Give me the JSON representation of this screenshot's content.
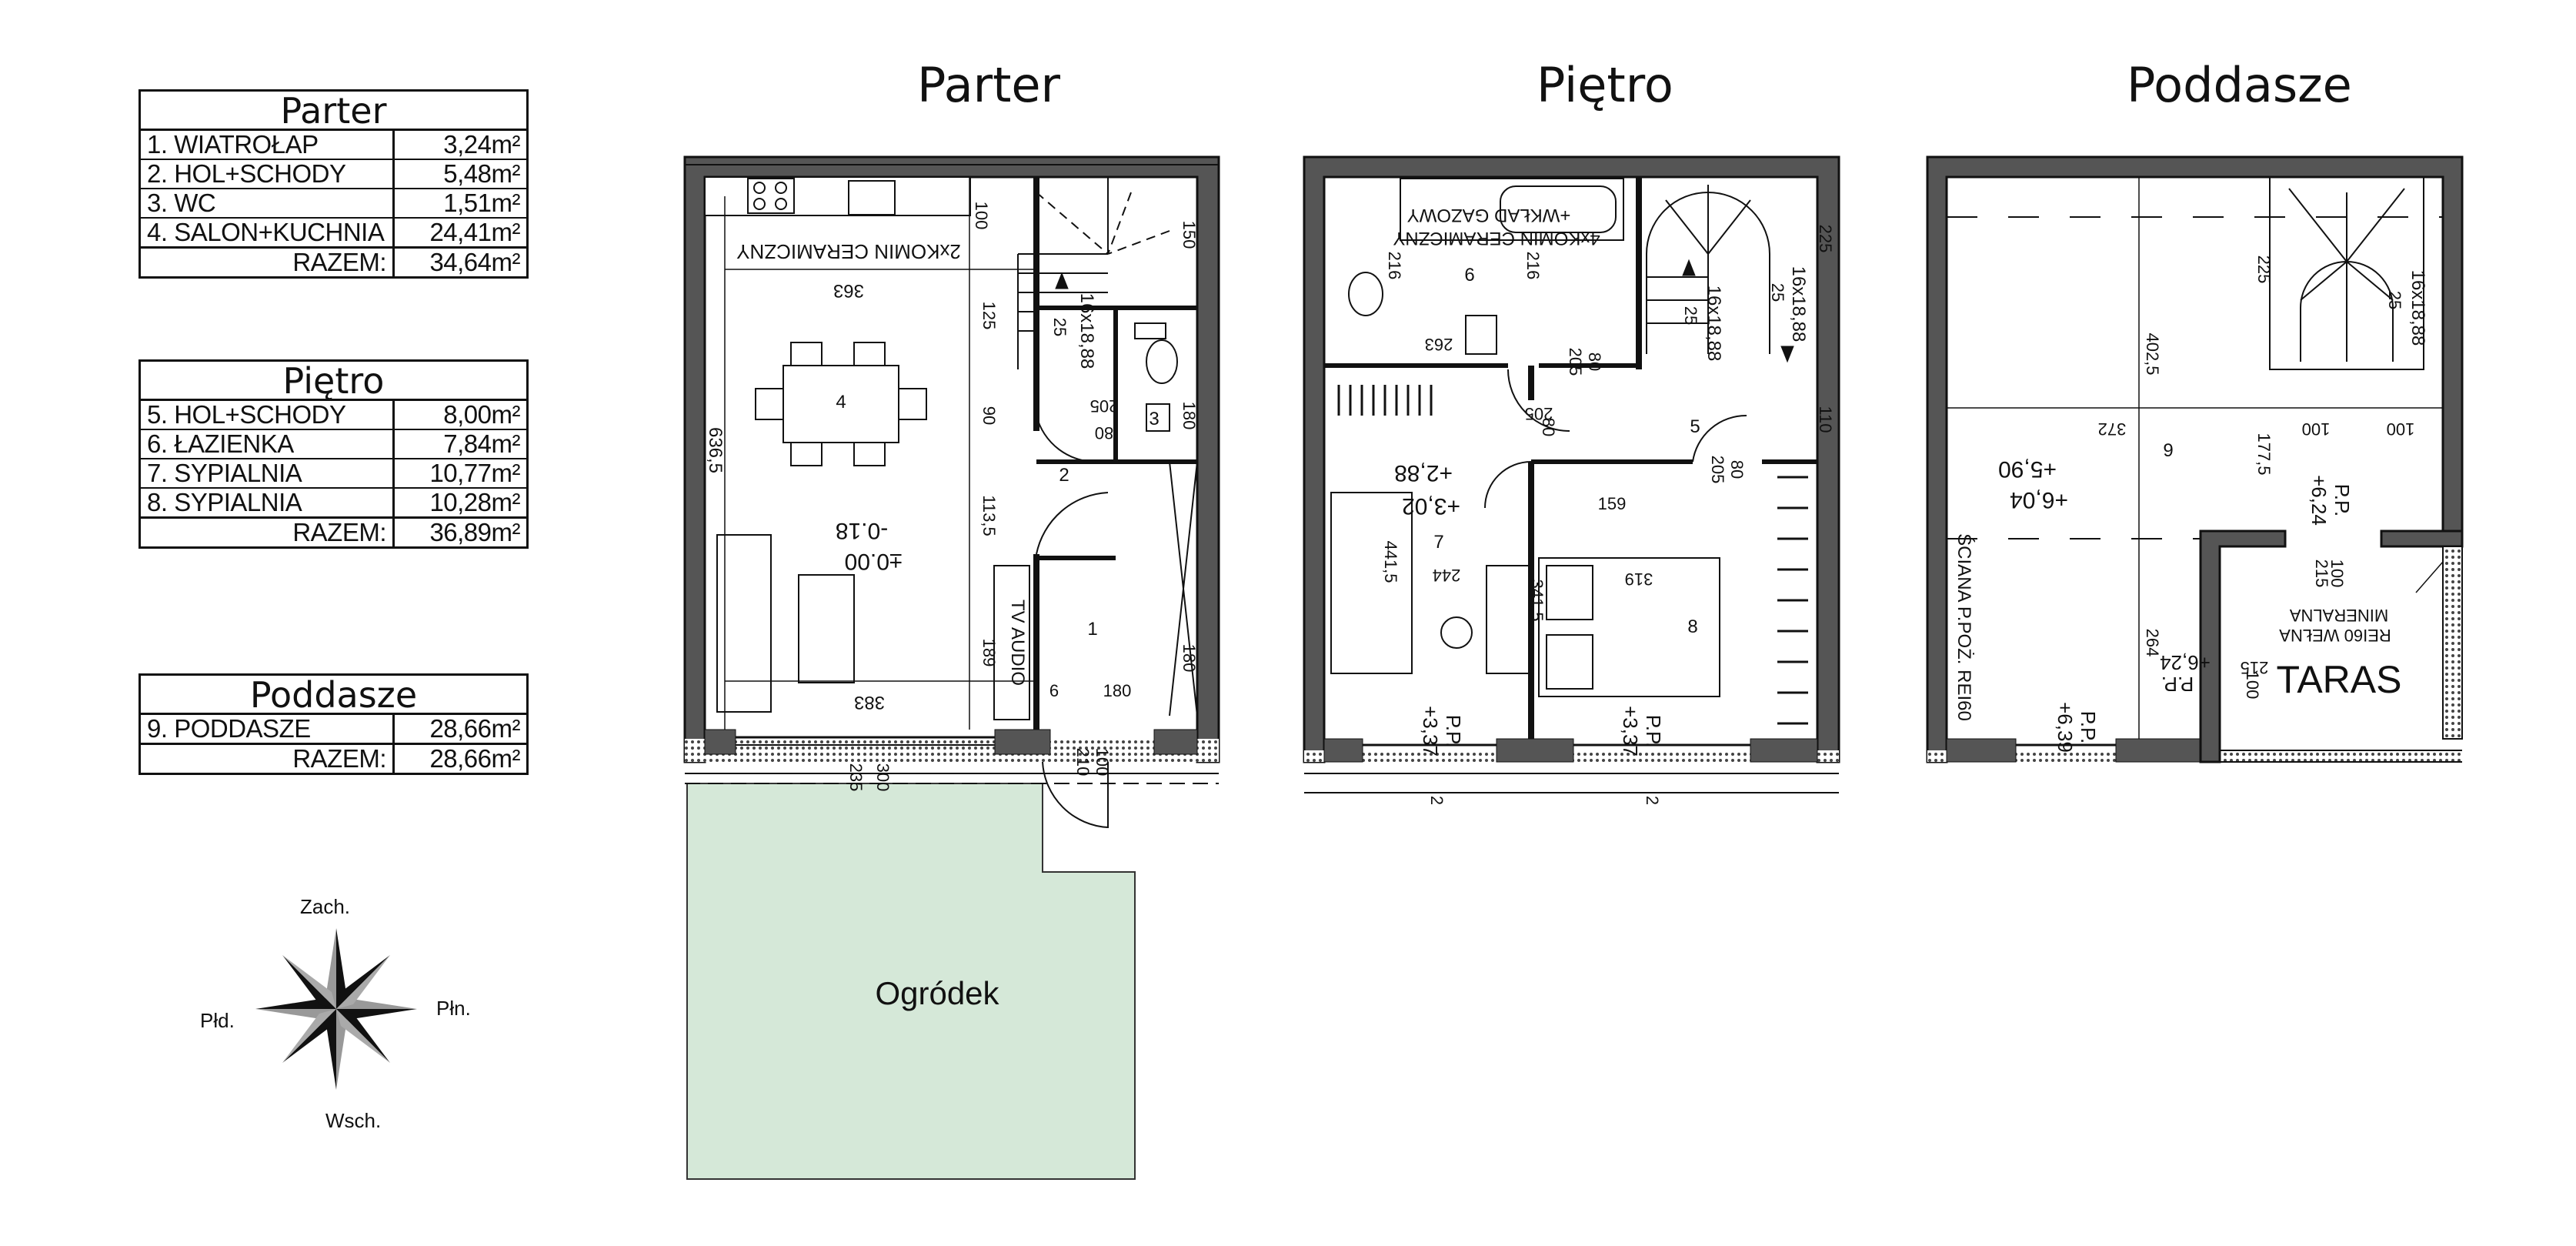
{
  "titles": {
    "parter": "Parter",
    "pietro": "Piętro",
    "poddasze": "Poddasze"
  },
  "tables": {
    "parter": {
      "caption": "Parter",
      "rows": [
        {
          "label": "1. WIATROŁAP",
          "value": "3,24m²"
        },
        {
          "label": "2. HOL+SCHODY",
          "value": "5,48m²"
        },
        {
          "label": "3. WC",
          "value": "1,51m²"
        },
        {
          "label": "4. SALON+KUCHNIA",
          "value": "24,41m²"
        }
      ],
      "total_label": "RAZEM:",
      "total_value": "34,64m²"
    },
    "pietro": {
      "caption": "Piętro",
      "rows": [
        {
          "label": "5. HOL+SCHODY",
          "value": "8,00m²"
        },
        {
          "label": "6. ŁAZIENKA",
          "value": "7,84m²"
        },
        {
          "label": "7. SYPIALNIA",
          "value": "10,77m²"
        },
        {
          "label": "8. SYPIALNIA",
          "value": "10,28m²"
        }
      ],
      "total_label": "RAZEM:",
      "total_value": "36,89m²"
    },
    "poddasze": {
      "caption": "Poddasze",
      "rows": [
        {
          "label": "9. PODDASZE",
          "value": "28,66m²"
        }
      ],
      "total_label": "RAZEM:",
      "total_value": "28,66m²"
    }
  },
  "compass": {
    "north": "Zach.",
    "south": "Wsch.",
    "west": "Płd.",
    "east": "Płn."
  },
  "labels": {
    "ogrodek": "Ogródek",
    "taras": "TARAS",
    "komin_parter": "2xKOMIN CERAMICZNY",
    "komin_pietro": "4xKOMIN CERAMICZNY",
    "wklad": "+WKŁAD GAZOWY",
    "tv": "TV AUDIO",
    "stairs_parter": "16x18,88",
    "stairs_pietro": "16x18,88",
    "stairs_poddasze": "16x18,88",
    "stairs_step": "25",
    "level_parter_1": "±0.00",
    "level_parter_2": "-0.18",
    "level_pietro_1": "+2,88",
    "level_pietro_2": "+3,02",
    "level_pietro_pp1": "P.P.",
    "level_pietro_pp1v": "+3,37",
    "level_pietro_pp2": "P.P.",
    "level_pietro_pp2v": "+3,37",
    "level_poddasze_1": "+5,90",
    "level_poddasze_2": "+6,04",
    "level_poddasze_pp1": "P.P.",
    "level_poddasze_pp1v": "+6,24",
    "level_poddasze_pp2": "P.P.",
    "level_poddasze_pp2v": "+6,24",
    "level_poddasze_pp3": "P.P.",
    "level_poddasze_pp3v": "+6,39",
    "wall_note": "ŚCIANA P.POŻ. REI60",
    "wool_1": "REI60 WEŁNA",
    "wool_2": "MINERALNA",
    "room_1": "1",
    "room_2": "2",
    "room_3": "3",
    "room_4": "4",
    "room_5": "5",
    "room_6": "6",
    "room_7": "7",
    "room_8": "8",
    "room_9": "9"
  },
  "dims": {
    "p_363": "363",
    "p_636": "636,5",
    "p_383": "383",
    "p_125": "125",
    "p_90": "90",
    "p_1135": "113,5",
    "p_189": "189",
    "p_205": "205",
    "p_80": "80",
    "p_100": "100",
    "p_150": "150",
    "p_180": "180",
    "p_210": "210",
    "p_235": "235",
    "p_300": "300",
    "p_6": "6",
    "f_216a": "216",
    "f_216b": "216",
    "f_263": "263",
    "f_225": "225",
    "f_205": "205",
    "f_80": "80",
    "f_159": "159",
    "f_319": "319",
    "f_244": "244",
    "f_4415": "441,5",
    "f_3415": "341,5",
    "f_110": "110",
    "f_2": "2",
    "d_402": "402,5",
    "d_372": "372",
    "d_225": "225",
    "d_100a": "100",
    "d_100b": "100",
    "d_1775": "177,5",
    "d_264": "264",
    "d_215": "215",
    "d_100c": "100"
  }
}
